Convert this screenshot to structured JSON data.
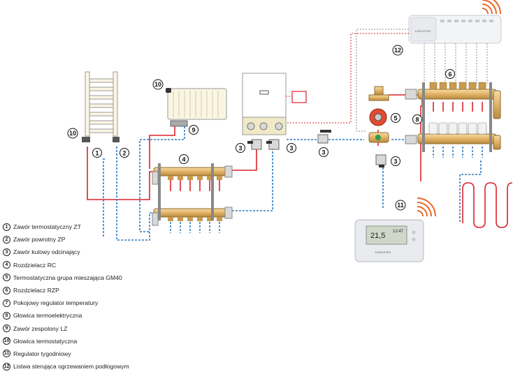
{
  "legend": [
    {
      "num": "1",
      "label": "Zawór termostatyczny ZT"
    },
    {
      "num": "2",
      "label": "Zawór powrotny ZP"
    },
    {
      "num": "3",
      "label": "Zawór kulowy odcinający"
    },
    {
      "num": "4",
      "label": "Rozdzielacz RC"
    },
    {
      "num": "5",
      "label": "Termostatyczna grupa mieszająca GM40"
    },
    {
      "num": "6",
      "label": "Rozdzielacz RZP"
    },
    {
      "num": "7",
      "label": "Pokojowy regulator temperatury"
    },
    {
      "num": "8",
      "label": "Głowica termoelektryczna"
    },
    {
      "num": "9",
      "label": "Zawór zespolony LZ"
    },
    {
      "num": "10",
      "label": "Głowica termostatyczna"
    },
    {
      "num": "11",
      "label": "Regulator tygodniowy"
    },
    {
      "num": "12",
      "label": "Listwa sterująca ogrzewaniem podłogowym"
    }
  ],
  "callouts": {
    "c1": "1",
    "c2": "2",
    "c3a": "3",
    "c3b": "3",
    "c3c": "3",
    "c3d": "3",
    "c4": "4",
    "c5": "5",
    "c6": "6",
    "c8": "8",
    "c9": "9",
    "c10a": "10",
    "c10b": "10",
    "c11": "11",
    "c12": "12"
  },
  "thermostat": {
    "display_temp": "21,5",
    "display_time": "12:47",
    "brand": "EUROSTER"
  },
  "controller": {
    "brand": "EUROSTER"
  },
  "colors": {
    "supply": "#d8232a",
    "return": "#2b7bc4",
    "brass": "#e8c07a",
    "signal": "#888888"
  }
}
